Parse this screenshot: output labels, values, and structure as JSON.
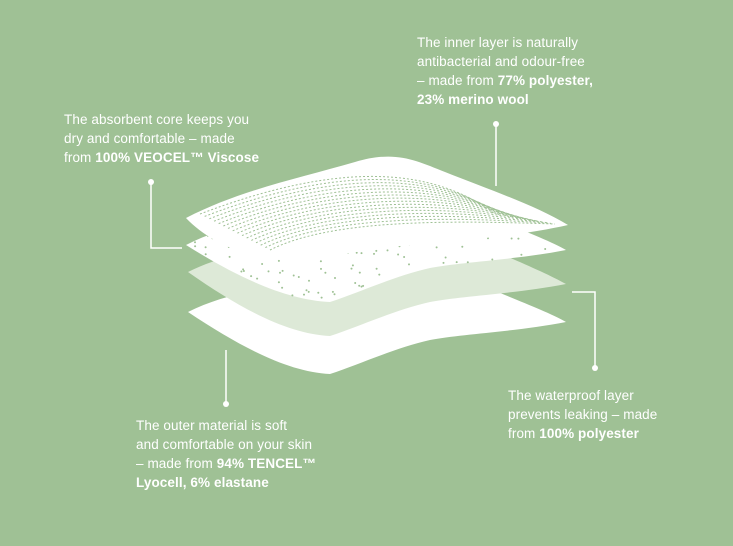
{
  "background_color": "#9fc195",
  "layer_colors": {
    "outer": "#ffffff",
    "waterproof": "#dde9d7",
    "core": "#ffffff",
    "inner": "#ffffff"
  },
  "callouts": {
    "inner": {
      "l1": "The inner layer is naturally",
      "l2": "antibacterial and odour-free",
      "l3_plain": "– made from ",
      "l3_bold": "77% polyester,",
      "l4_bold": "23% merino wool"
    },
    "core": {
      "l1": "The absorbent core keeps you",
      "l2": "dry and comfortable – made",
      "l3_plain": "from ",
      "l3_bold": "100% VEOCEL™ Viscose"
    },
    "waterproof": {
      "l1": "The waterproof layer",
      "l2": "prevents leaking – made",
      "l3_plain": "from ",
      "l3_bold": "100% polyester"
    },
    "outer": {
      "l1": "The outer material is soft",
      "l2": "and comfortable on your skin",
      "l3_plain": "– made from ",
      "l3_bold": "94% TENCEL™",
      "l4_bold": "Lyocell, 6% elastane"
    }
  }
}
